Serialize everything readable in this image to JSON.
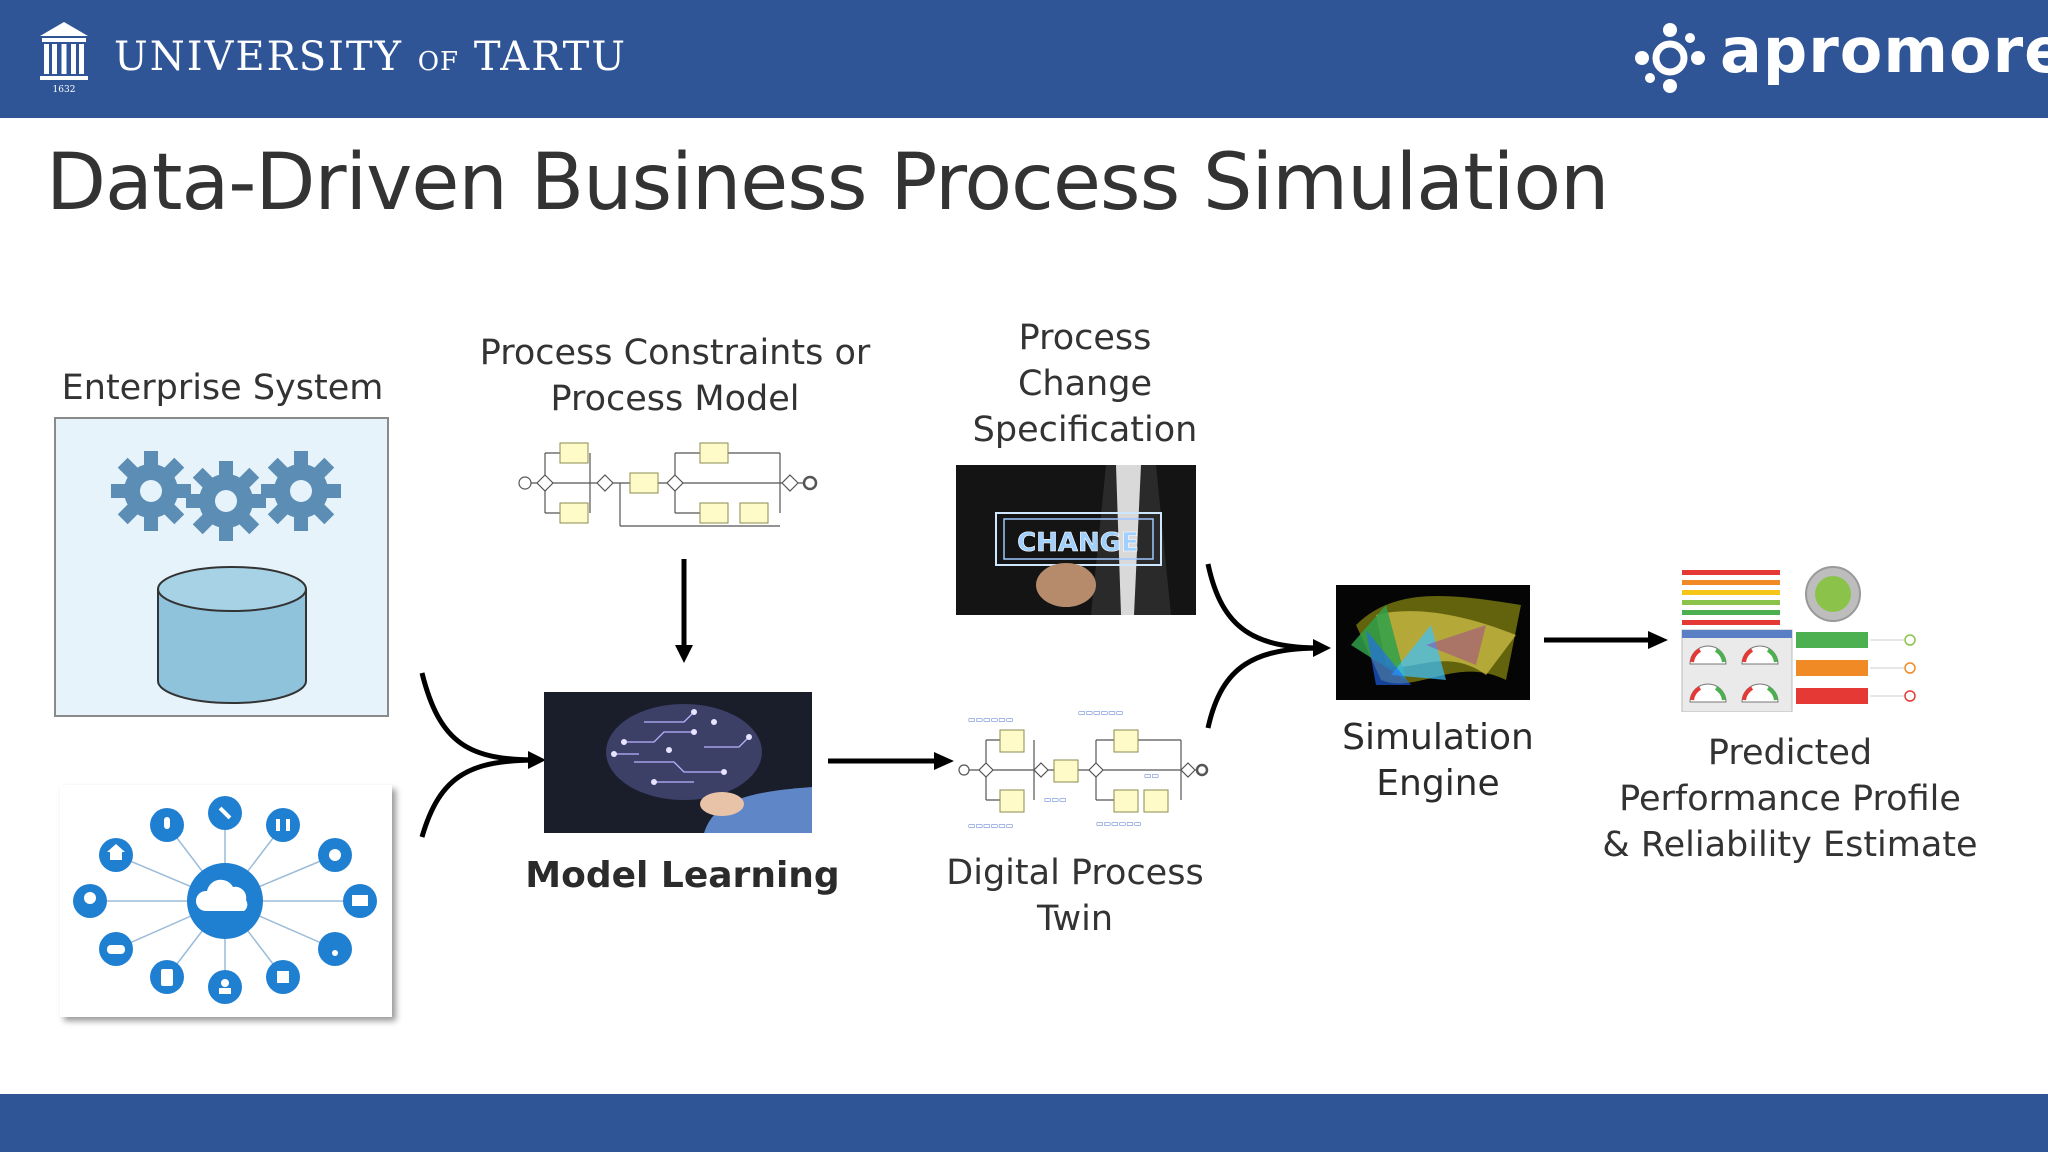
{
  "header": {
    "university_name": "UNIVERSITY",
    "university_of": "OF",
    "university_city": "TARTU",
    "university_year": "1632",
    "brand_name": "apromore",
    "bar_color": "#2f5597"
  },
  "title": "Data-Driven Business Process Simulation",
  "diagram": {
    "enterprise_system": "Enterprise System",
    "process_constraints_line1": "Process Constraints or",
    "process_constraints_line2": "Process Model",
    "change_spec_line1": "Process",
    "change_spec_line2": "Change",
    "change_spec_line3": "Specification",
    "change_image_text": "CHANGE",
    "model_learning": "Model Learning",
    "digital_twin_line1": "Digital Process",
    "digital_twin_line2": "Twin",
    "simulation_line1": "Simulation",
    "simulation_line2": "Engine",
    "predicted_line1": "Predicted",
    "predicted_line2": "Performance Profile",
    "predicted_line3": "& Reliability Estimate"
  },
  "icons": {
    "gears": "gear-icon",
    "database": "database-icon",
    "cloud": "cloud-icon",
    "arrow": "arrow-icon"
  },
  "colors": {
    "gear": "#5b8db5",
    "database_fill": "#8fc3db",
    "iot_blue": "#1f7fd1",
    "gauge_green": "#4caf50",
    "gauge_orange": "#f08a24",
    "gauge_red": "#e53935"
  }
}
